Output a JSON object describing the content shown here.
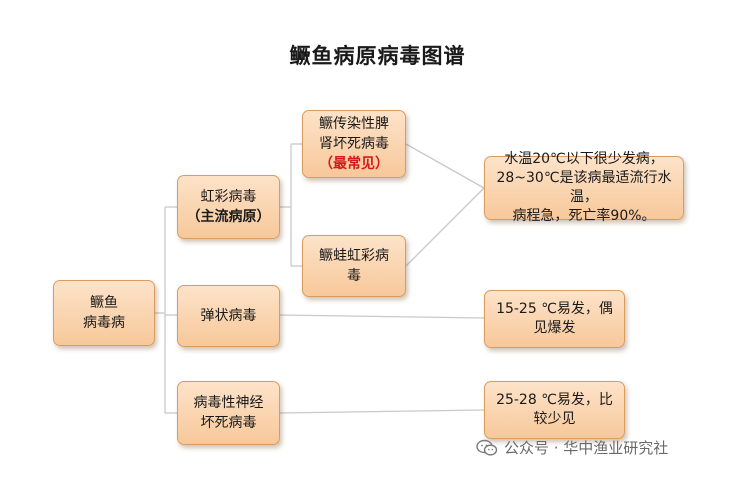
{
  "title": "鳜鱼病原病毒图谱",
  "root": {
    "line1": "鳜鱼",
    "line2": "病毒病"
  },
  "branches": {
    "iridovirus": {
      "line1": "虹彩病毒",
      "line2": "（主流病原）"
    },
    "rhabdovirus": {
      "label": "弹状病毒"
    },
    "nnv": {
      "line1": "病毒性神经",
      "line2": "坏死病毒"
    }
  },
  "sub": {
    "iskndv": {
      "line1": "鳜传染性脾",
      "line2": "肾坏死病毒",
      "line3": "（最常见）"
    },
    "frog": {
      "line1": "鳜蛙虹彩病",
      "line2": "毒"
    }
  },
  "notes": {
    "iridovirus": {
      "line1": "水温20℃以下很少发病，",
      "line2": "28~30℃是该病最适流行水温，",
      "line3": "病程急，死亡率90%。"
    },
    "rhabdovirus": {
      "line1": "15-25 ℃易发，偶",
      "line2": "见爆发"
    },
    "nnv": {
      "line1": "25-28 ℃易发，比",
      "line2": "较少见"
    }
  },
  "watermark": {
    "text": "公众号 · 华中渔业研究社",
    "icon": "wechat-icon"
  },
  "colors": {
    "node_fill_top": "#fde3c9",
    "node_fill_bottom": "#f7c89a",
    "node_border": "#d99c5f",
    "connector": "#c9c9c9",
    "highlight": "#d41a1a"
  }
}
